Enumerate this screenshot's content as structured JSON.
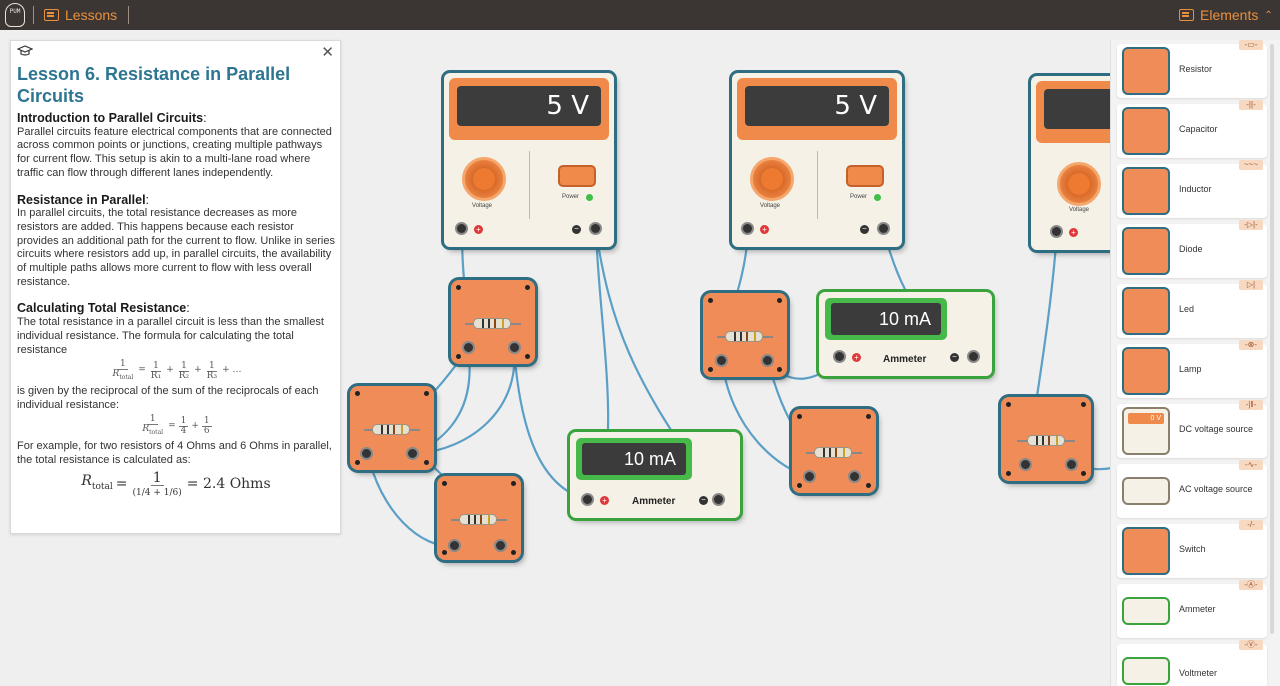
{
  "topbar": {
    "logo_text": "PUM",
    "lessons_label": "Lessons",
    "elements_label": "Elements"
  },
  "lesson": {
    "title": "Lesson 6. Resistance in Parallel Circuits",
    "sections": [
      {
        "heading": "Introduction to Parallel Circuits",
        "text": "Parallel circuits feature electrical components that are connected across common points or junctions, creating multiple pathways for current flow. This setup is akin to a multi-lane road where traffic can flow through different lanes independently."
      },
      {
        "heading": "Resistance in Parallel",
        "text": "In parallel circuits, the total resistance decreases as more resistors are added. This happens because each resistor provides an additional path for the current to flow. Unlike in series circuits where resistors add up, in parallel circuits, the availability of multiple paths allows more current to flow with less overall resistance."
      },
      {
        "heading": "Calculating Total Resistance",
        "text": "The total resistance in a parallel circuit is less than the smallest individual resistance. The formula for calculating the total resistance"
      }
    ],
    "text_reciprocal": "is given by the reciprocal of the sum of the reciprocals of each individual resistance:",
    "text_example": "For example, for two resistors of 4 Ohms and 6 Ohms in parallel, the total resistance is calculated as:",
    "formula_general": {
      "lhs_den": "R",
      "lhs_den_sub": "total",
      "terms": [
        "R₁",
        "R₂",
        "R₃"
      ],
      "tail": "+ …"
    },
    "formula_example": {
      "lhs_den": "R",
      "lhs_den_sub": "total",
      "terms": [
        "4",
        "6"
      ]
    },
    "formula_result": {
      "lhs": "R",
      "lhs_sub": "total",
      "rhs_num": "1",
      "rhs_den_a": "1/4",
      "rhs_den_b": "1/6",
      "result": "= 2.4 Ohms"
    }
  },
  "power_supplies": [
    {
      "reading": "5  V",
      "knob_label": "Voltage",
      "power_label": "Power"
    },
    {
      "reading": "5  V",
      "knob_label": "Voltage",
      "power_label": "Power"
    },
    {
      "reading": "",
      "knob_label": "Voltage"
    }
  ],
  "ammeters": [
    {
      "reading": "10 mA",
      "label": "Ammeter"
    },
    {
      "reading": "10 mA",
      "label": "Ammeter"
    }
  ],
  "elements_panel": {
    "items": [
      {
        "name": "Resistor",
        "symbol": "-▭-",
        "icon": "resistor-icon"
      },
      {
        "name": "Capacitor",
        "symbol": "-||-",
        "icon": "capacitor-icon"
      },
      {
        "name": "Inductor",
        "symbol": "~~~",
        "icon": "inductor-icon"
      },
      {
        "name": "Diode",
        "symbol": "-▷|-",
        "icon": "diode-icon"
      },
      {
        "name": "Led",
        "symbol": "▷|",
        "icon": "led-icon"
      },
      {
        "name": "Lamp",
        "symbol": "-⊗-",
        "icon": "lamp-icon"
      },
      {
        "name": "DC voltage source",
        "symbol": "-|‖-",
        "icon": "dc-source-icon",
        "reading": "0 V"
      },
      {
        "name": "AC voltage source",
        "symbol": "-∿-",
        "icon": "ac-source-icon"
      },
      {
        "name": "Switch",
        "symbol": "-/-",
        "icon": "switch-icon"
      },
      {
        "name": "Ammeter",
        "symbol": "-Ⓐ-",
        "icon": "ammeter-icon"
      },
      {
        "name": "Voltmeter",
        "symbol": "-Ⓥ-",
        "icon": "voltmeter-icon"
      }
    ]
  },
  "colors": {
    "accent_orange": "#e8903c",
    "title_blue": "#2d7591",
    "component_orange": "#f08c58",
    "frame_blue": "#2f6e82",
    "ammeter_green": "#3aa33d",
    "wire_blue": "#5b9fc7"
  }
}
